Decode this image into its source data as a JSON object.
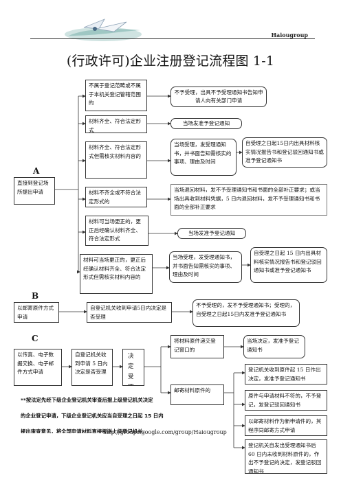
{
  "header": {
    "brand": "Haiougroup",
    "title": "(行政许可)企业注册登记流程图 1-1"
  },
  "sections": {
    "a": "A",
    "b": "B",
    "c": "C"
  },
  "section_a": {
    "start": "直接到登记场所提出申请",
    "cond1": "不属于登记范畴或不属于本机关登记管辖范围的",
    "res1": "不予受理，出具不予受理通知书告知申请人向有关部门申请",
    "cond2": "材料齐全、符合法定形式",
    "res2": "当场发准予登记通知",
    "cond3": "材料齐全、符合法定形式但需核实材料内容的",
    "res3": "当场受理，发受理通知书，并书面告知需核实的事项、理由及时间",
    "res3b": "自受理之日起15日内出具材料核实情况报告书和登记驳回通知书或准予登记通知书",
    "cond4": "材料不齐全或不符合法定形式的",
    "res4": "当场退回材料，发不予受理通知书和书面的全部补正要求；或当场出具收到材料凭据，5 日内退回材料，发不予受理通知书和书面的全部补正要求",
    "cond5": "材料可当场更正的，更正后经确认材料齐全、符合法定形式",
    "res5": "当场发准予登记通知",
    "cond6": "材料可当场更正的，更正后经确认材料齐全、符合法定形式但需核实材料内容的",
    "res6": "当场受理，发受理通知书，并书面告知需核实的事项、理由及时间",
    "res6b": "自受理之日起 15 日内出具材料核实情况报告书和登记驳回通知书或准予登记通知书"
  },
  "section_b": {
    "start": "以邮寄原件方式申请",
    "step": "自登记机关收到申请5日内决定是否受理",
    "result": "不予受理的，发不予受理通知书；受理的，自受理之日起15日内发准予登记通知书"
  },
  "section_c": {
    "start": "以传真、电子数据交换、电子邮件方式申请",
    "step": "自登记机关收到申请 5 日内决定是否受理",
    "decide": "决定受理的",
    "branch1": "将材料原件递交登记窗口的",
    "branch1_res": "当场决定，发准予登记通知书",
    "branch2": "邮寄材料原件的",
    "res_a": "登记机关收到原件起 15 日作出决定，发准予登记通知书",
    "res_b": "原件与申请材料不符的，不予登记，发登记驳回通知书",
    "res_c": "以邮寄材料作为新申请件的，其程序同邮寄方式申请",
    "res_d": "登记机关自发出受理通知书后 60 日内未收到材料原件的，作出不予登记的决定，发登记驳回通知书"
  },
  "notes": {
    "line1": "**按法定先经下级企业登记机关审查后报上级登记机关决定",
    "line2": "的企业登记申请，下级企业登记机关应当自受理之日起 15 日内",
    "line3": "提出审查意见，将全部申请材料直接报送上级登记机关。"
  },
  "footer": {
    "url": "http://groups.google.com/group/Haiougroup"
  }
}
